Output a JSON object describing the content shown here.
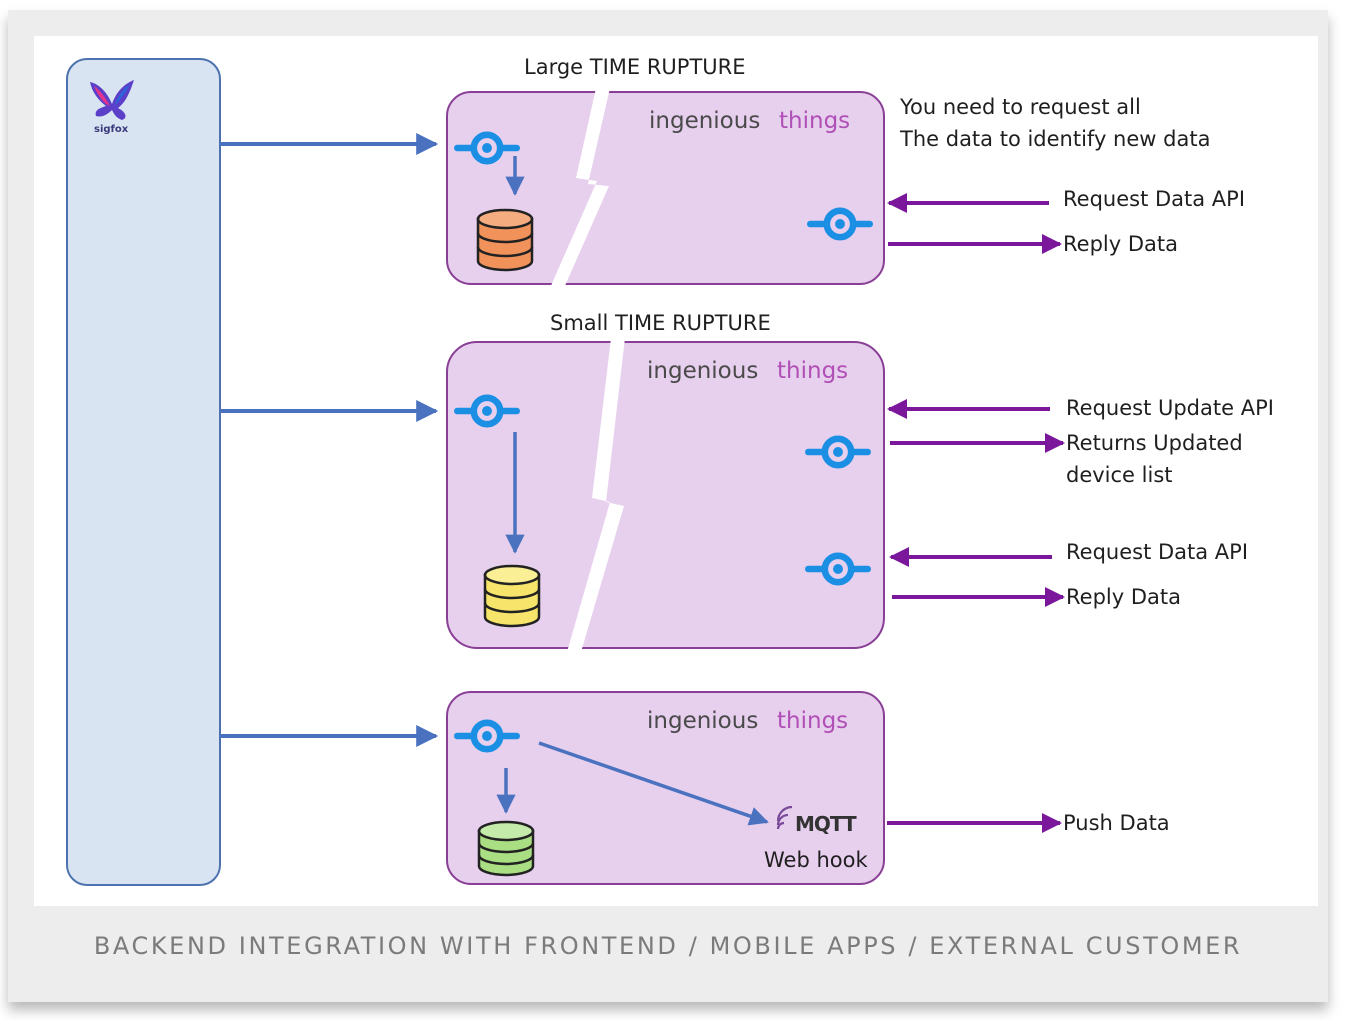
{
  "caption": "BACKEND INTEGRATION WITH FRONTEND / MOBILE APPS / EXTERNAL CUSTOMER",
  "sigfox": {
    "label": "sigfox"
  },
  "panels": [
    {
      "title": "Large TIME RUPTURE",
      "brand_main": "ingenious",
      "brand_accent": "things",
      "note_line1": "You need to request all",
      "note_line2": "The data to identify new data",
      "request_label": "Request Data API",
      "reply_label": "Reply Data"
    },
    {
      "title": "Small TIME RUPTURE",
      "brand_main": "ingenious",
      "brand_accent": "things",
      "update_request_label": "Request Update API",
      "update_reply_line1": "Returns Updated",
      "update_reply_line2": "device list",
      "request_label": "Request Data API",
      "reply_label": "Reply Data"
    },
    {
      "brand_main": "ingenious",
      "brand_accent": "things",
      "mqtt_label": "MQTT",
      "webhook_label": "Web hook",
      "push_label": "Push Data"
    }
  ],
  "colors": {
    "panel_fill": "#e7cfee",
    "panel_stroke": "#8a3f96",
    "sidebar_fill": "#d9e4f3",
    "sidebar_stroke": "#4d72ae",
    "blue_arrow": "#4a72bf",
    "purple_arrow": "#7a179a",
    "connector_icon": "#1b8fe3",
    "db_orange": "#f0925a",
    "db_yellow": "#f6e56a",
    "db_green": "#a9de82"
  },
  "icons": [
    "sigfox-logo",
    "connector-icon",
    "database-icon",
    "mqtt-logo"
  ]
}
